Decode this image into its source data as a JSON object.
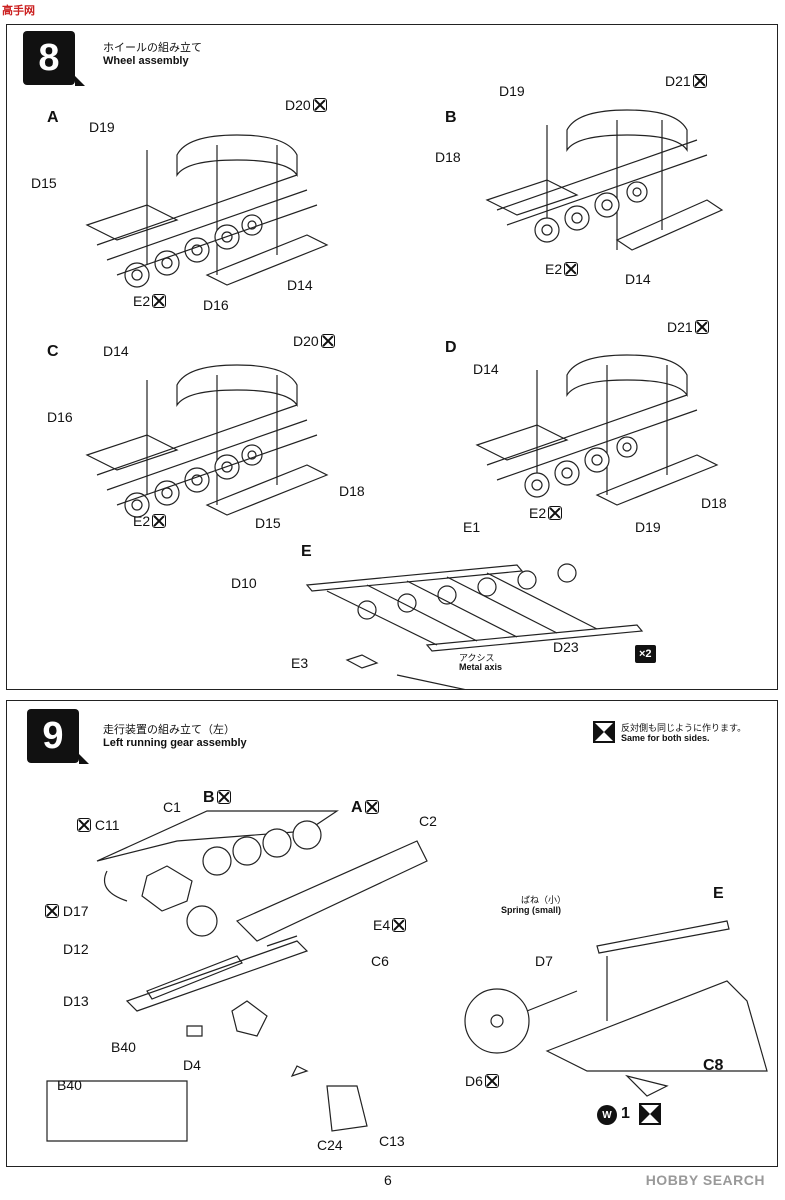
{
  "header_logo": "高手网",
  "watermark": "HOBBY SEARCH",
  "page_number": "6",
  "step8": {
    "number": "8",
    "title_jp": "ホイールの組み立て",
    "title_en": "Wheel assembly",
    "sub_a": "A",
    "sub_b": "B",
    "sub_c": "C",
    "sub_d": "D",
    "sub_e": "E",
    "a_labels": {
      "d20": "D20",
      "d19": "D19",
      "d15": "D15",
      "e2": "E2",
      "d16": "D16",
      "d14": "D14"
    },
    "b_labels": {
      "d19": "D19",
      "d21": "D21",
      "d18": "D18",
      "e2": "E2",
      "d14": "D14"
    },
    "c_labels": {
      "d14": "D14",
      "d20": "D20",
      "d16": "D16",
      "e2": "E2",
      "d15": "D15",
      "d18": "D18"
    },
    "d_labels": {
      "d21": "D21",
      "d14": "D14",
      "e2": "E2",
      "d19": "D19",
      "d18": "D18"
    },
    "e_labels": {
      "e1": "E1",
      "d10": "D10",
      "d23": "D23",
      "e3": "E3",
      "axis_jp": "アクシス",
      "axis_en": "Metal axis"
    },
    "multiplier": "×2"
  },
  "step9": {
    "number": "9",
    "title_jp": "走行装置の組み立て（左）",
    "title_en": "Left running gear assembly",
    "note_jp": "反対側も同じように作ります。",
    "note_en": "Same for both sides.",
    "labels": {
      "b": "B",
      "a": "A",
      "c1": "C1",
      "c2": "C2",
      "c11": "C11",
      "d17": "D17",
      "e4": "E4",
      "d12": "D12",
      "c6": "C6",
      "d13": "D13",
      "b40": "B40",
      "d4": "D4",
      "b40b": "B40",
      "c24": "C24",
      "c13": "C13",
      "spring_jp": "ばね（小）",
      "spring_en": "Spring (small)",
      "d7": "D7",
      "e": "E",
      "d6": "D6",
      "c8": "C8",
      "w1": "W",
      "w1n": "1"
    }
  }
}
